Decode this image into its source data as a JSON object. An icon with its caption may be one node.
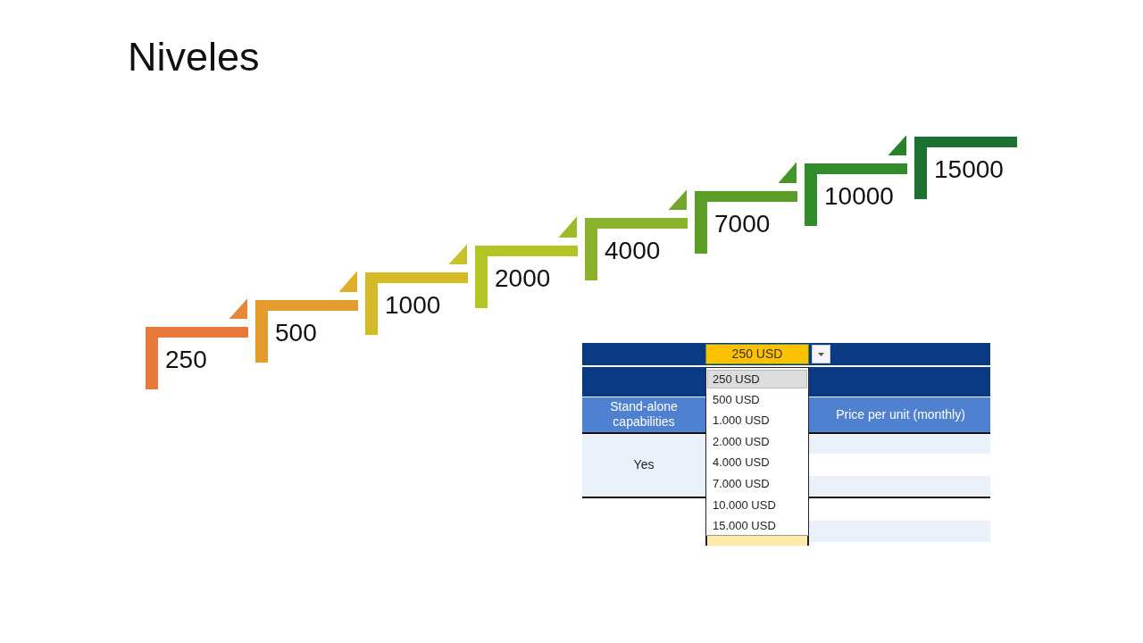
{
  "diagram": {
    "title": "Niveles",
    "nodes": [
      {
        "text": [
          "250"
        ]
      },
      {
        "text": [
          "500"
        ]
      },
      {
        "text": [
          "1000"
        ]
      },
      {
        "text": [
          "2000"
        ]
      },
      {
        "text": [
          "4000"
        ]
      },
      {
        "text": [
          "7000"
        ]
      },
      {
        "text": [
          "10000"
        ]
      },
      {
        "text": [
          "15000"
        ]
      }
    ],
    "edges": [
      {
        "from": 0,
        "to": 1,
        "arrow": "to",
        "color": "#e6873a"
      },
      {
        "from": 1,
        "to": 2,
        "arrow": "to",
        "color": "#dfae2a"
      },
      {
        "from": 2,
        "to": 3,
        "arrow": "to",
        "color": "#c9c12a"
      },
      {
        "from": 3,
        "to": 4,
        "arrow": "to",
        "color": "#9dbb28"
      },
      {
        "from": 4,
        "to": 5,
        "arrow": "to",
        "color": "#70a72a"
      },
      {
        "from": 5,
        "to": 6,
        "arrow": "to",
        "color": "#449628"
      },
      {
        "from": 6,
        "to": 7,
        "arrow": "to",
        "color": "#288029"
      }
    ],
    "labels": [
      "250 USD",
      "250 USD",
      "500 USD",
      "1.000 USD",
      "2.000 USD",
      "4.000 USD",
      "7.000 USD",
      "10.000 USD",
      "15.000 USD",
      "Stand-alone capabilities",
      "Price per unit (monthly)",
      "Yes"
    ]
  }
}
